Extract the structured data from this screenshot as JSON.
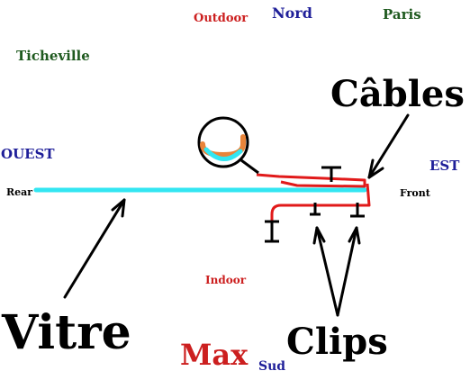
{
  "labels": {
    "outdoor": "Outdoor",
    "nord": "Nord",
    "paris": "Paris",
    "ticheville": "Ticheville",
    "ouest": "OUEST",
    "est": "EST",
    "rear": "Rear",
    "front": "Front",
    "indoor": "Indoor",
    "cables": "Câbles",
    "vitre": "Vitre",
    "clips": "Clips",
    "max": "Max",
    "sud": "Sud"
  },
  "colors": {
    "glass": "#33e6f2",
    "cable": "#e11a1a",
    "ink": "#000000",
    "cushion": "#e8843a",
    "red_text": "#cc1f1f",
    "blue_text": "#1f1f99",
    "green_text": "#1f5a1f"
  }
}
